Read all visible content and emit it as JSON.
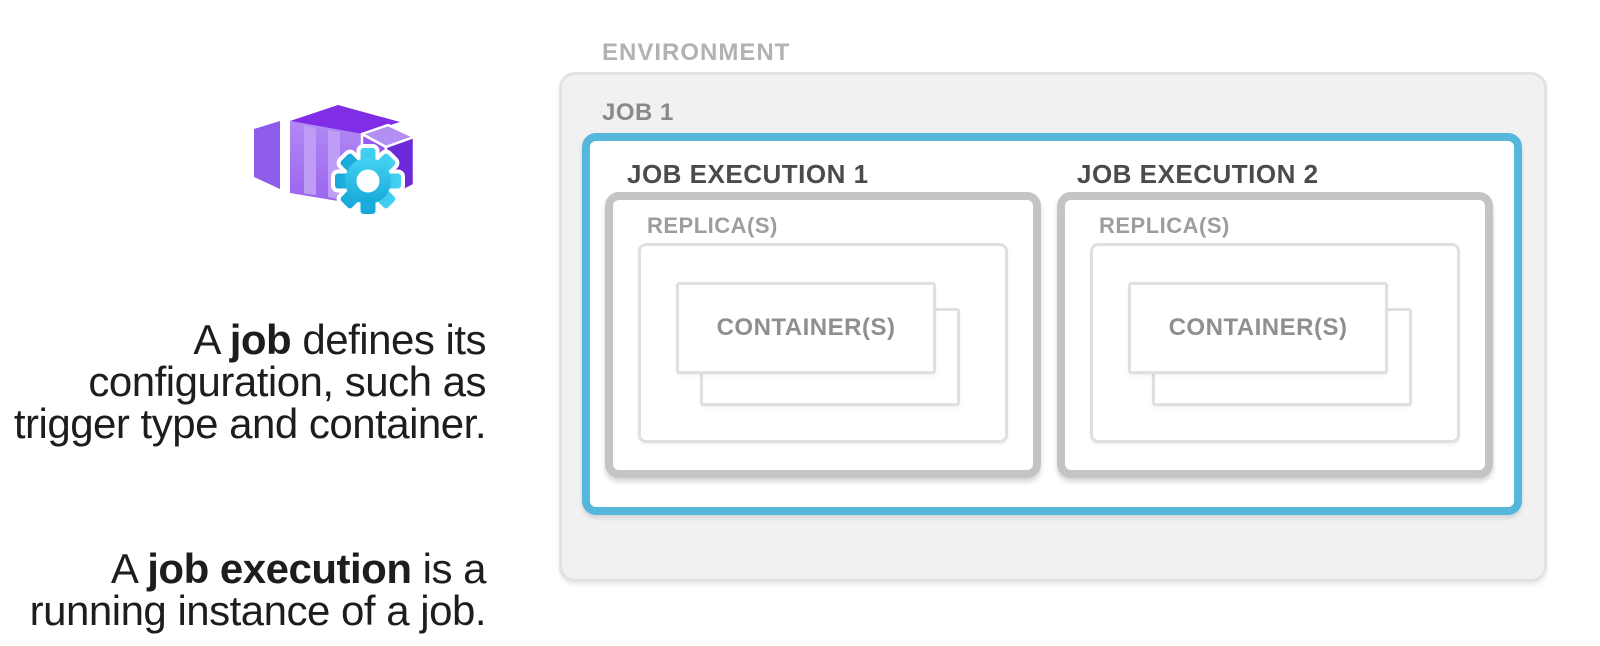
{
  "left_panel": {
    "icon": "azure-container-apps-job-icon",
    "paragraphs": [
      {
        "segments": [
          {
            "t": "A "
          },
          {
            "t": "job",
            "b": true
          },
          {
            "t": " defines its\nconfiguration, such as\ntrigger type and container."
          }
        ]
      },
      {
        "segments": [
          {
            "t": "A "
          },
          {
            "t": "job execution",
            "b": true
          },
          {
            "t": " is a\nrunning instance of a job."
          }
        ]
      }
    ]
  },
  "diagram": {
    "environment_label": "ENVIRONMENT",
    "job_label": "JOB 1",
    "executions": [
      {
        "title": "JOB EXECUTION 1",
        "replica_label": "REPLICA(S)",
        "container_label": "CONTAINER(S)"
      },
      {
        "title": "JOB EXECUTION 2",
        "replica_label": "REPLICA(S)",
        "container_label": "CONTAINER(S)"
      }
    ],
    "colors": {
      "job_border": "#55b7d9",
      "execution_border": "#c4c4c5",
      "inner_border": "#e0e0e1",
      "environment_fill": "#f1f1f2",
      "environment_border": "#e2e2e3",
      "heading_text": "#4b4b4b",
      "muted_label_text": "#9d9d9d",
      "environment_label_text": "#b2b2b2",
      "icon_purple_dark": "#6c2ad8",
      "icon_purple_main": "#7f2ee6",
      "icon_purple_light": "#b18af4",
      "icon_gear_cyan": "#2bc2e8"
    }
  }
}
